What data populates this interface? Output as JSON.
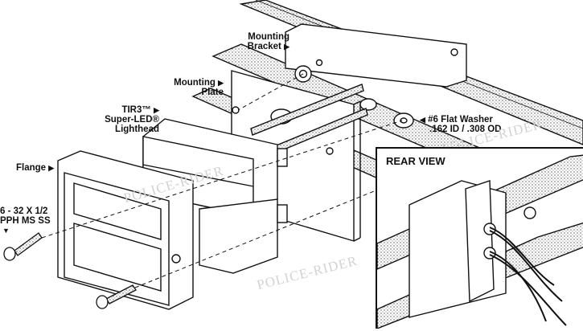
{
  "labels": {
    "mounting_bracket": [
      "Mounting",
      "Bracket"
    ],
    "mounting_plate": [
      "Mounting",
      "Plate"
    ],
    "lighthead": [
      "TIR3™",
      "Super-LED®",
      "Lighthead"
    ],
    "flange": "Flange",
    "flat_washer": [
      "#6 Flat Washer",
      ".162 ID / .308 OD"
    ],
    "screw": [
      "6 - 32 X 1/2",
      "PPH MS SS"
    ]
  },
  "arrows": {
    "right": "▶",
    "left": "◀",
    "down": "▼"
  },
  "inset": {
    "title": "REAR VIEW"
  },
  "watermark": "POLICE-RIDER"
}
